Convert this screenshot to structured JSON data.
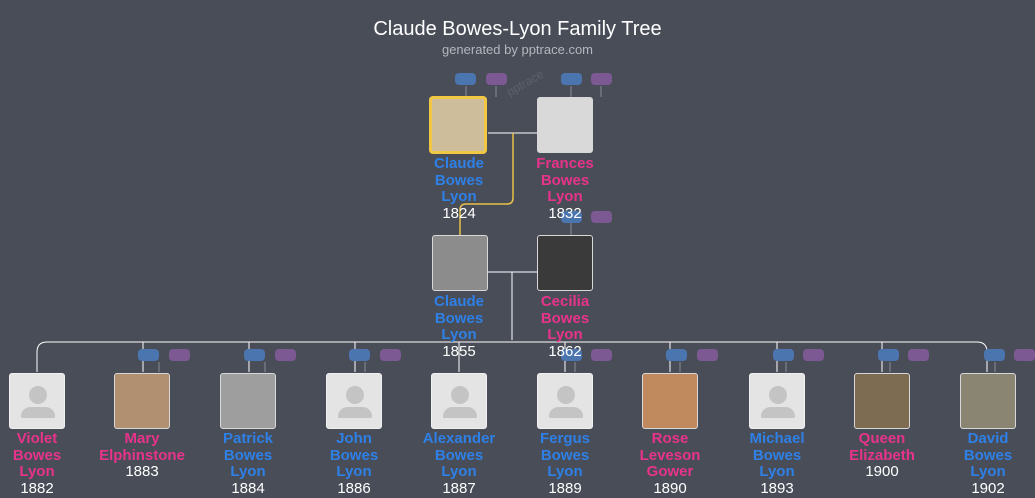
{
  "header": {
    "title": "Claude Bowes-Lyon Family Tree",
    "subtitle": "generated by pptrace.com",
    "watermark": "pptrace"
  },
  "colors": {
    "background": "#484d57",
    "male": "#2f80e6",
    "female": "#e8338b",
    "selected_border": "#f2c744",
    "father_pill": "#4a75ae",
    "mother_pill": "#7c5993"
  },
  "people": [
    {
      "id": "claude-1824",
      "name": [
        "Claude",
        "Bowes",
        "Lyon"
      ],
      "year": "1824",
      "gender": "m",
      "photo": true,
      "selected": true
    },
    {
      "id": "frances-1832",
      "name": [
        "Frances",
        "Bowes",
        "Lyon"
      ],
      "year": "1832",
      "gender": "f",
      "photo": true
    },
    {
      "id": "claude-1855",
      "name": [
        "Claude",
        "Bowes",
        "Lyon"
      ],
      "year": "1855",
      "gender": "m",
      "photo": true
    },
    {
      "id": "cecilia-1862",
      "name": [
        "Cecilia",
        "Bowes",
        "Lyon"
      ],
      "year": "1862",
      "gender": "f",
      "photo": true
    },
    {
      "id": "violet-1882",
      "name": [
        "Violet",
        "Bowes",
        "Lyon"
      ],
      "year": "1882",
      "gender": "f",
      "photo": false
    },
    {
      "id": "mary-1883",
      "name": [
        "Mary",
        "Elphinstone"
      ],
      "year": "1883",
      "gender": "f",
      "photo": true
    },
    {
      "id": "patrick-1884",
      "name": [
        "Patrick",
        "Bowes",
        "Lyon"
      ],
      "year": "1884",
      "gender": "m",
      "photo": true
    },
    {
      "id": "john-1886",
      "name": [
        "John",
        "Bowes",
        "Lyon"
      ],
      "year": "1886",
      "gender": "m",
      "photo": false
    },
    {
      "id": "alexander-1887",
      "name": [
        "Alexander",
        "Bowes",
        "Lyon"
      ],
      "year": "1887",
      "gender": "m",
      "photo": false
    },
    {
      "id": "fergus-1889",
      "name": [
        "Fergus",
        "Bowes",
        "Lyon"
      ],
      "year": "1889",
      "gender": "m",
      "photo": false
    },
    {
      "id": "rose-1890",
      "name": [
        "Rose",
        "Leveson",
        "Gower"
      ],
      "year": "1890",
      "gender": "f",
      "photo": true
    },
    {
      "id": "michael-1893",
      "name": [
        "Michael",
        "Bowes",
        "Lyon"
      ],
      "year": "1893",
      "gender": "m",
      "photo": false
    },
    {
      "id": "queen-elizabeth-1900",
      "name": [
        "Queen",
        "Elizabeth"
      ],
      "year": "1900",
      "gender": "f",
      "photo": true
    },
    {
      "id": "david-1902",
      "name": [
        "David",
        "Bowes",
        "Lyon"
      ],
      "year": "1902",
      "gender": "m",
      "photo": true
    }
  ]
}
